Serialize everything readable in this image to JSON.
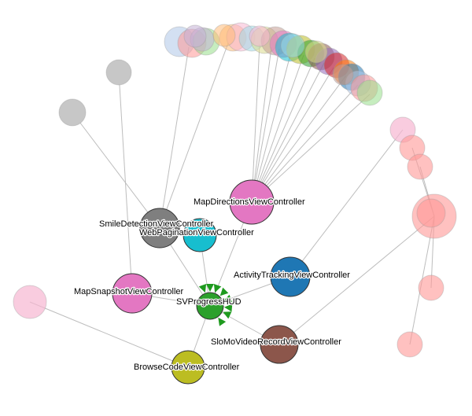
{
  "diagram": {
    "center": {
      "label": "SVProgressHUD",
      "color": "#2ca02c"
    },
    "labeled_nodes": [
      {
        "id": "map-directions",
        "label": "MapDirectionsViewController",
        "color": "#e377c2"
      },
      {
        "id": "smile-detection",
        "label": "SmileDetectionViewController",
        "color": "#7f7f7f"
      },
      {
        "id": "web-pagination",
        "label": "WebPaginationViewController",
        "color": "#17becf"
      },
      {
        "id": "activity-tracking",
        "label": "ActivityTrackingViewController",
        "color": "#1f77b4"
      },
      {
        "id": "map-snapshot",
        "label": "MapSnapshotViewController",
        "color": "#e377c2"
      },
      {
        "id": "slomo-video",
        "label": "SloMoVideoRecordViewController",
        "color": "#8c564b"
      },
      {
        "id": "browse-code",
        "label": "BrowseCodeViewController",
        "color": "#bcbd22"
      }
    ],
    "colors": {
      "edge": "#bdbdbd",
      "arrow": "#1f9a1f",
      "faded_gray": "#c7c7c7",
      "faded_pink": "#f7b6d2",
      "faded_red": "#ff9896"
    }
  }
}
